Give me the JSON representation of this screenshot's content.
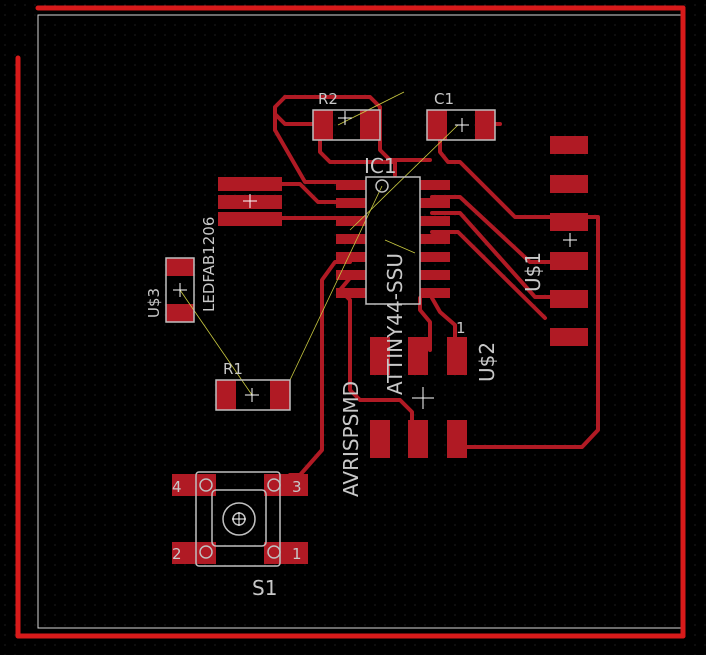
{
  "editor": "PCB board layout",
  "colors": {
    "background": "#000000",
    "grid_dot": "#3a3a3a",
    "copper": "#b01a24",
    "outline": "#d81a1a",
    "silkscreen": "#c0c0c0",
    "airwire": "#c9c940"
  },
  "components": {
    "r2": {
      "name": "R2"
    },
    "c1": {
      "name": "C1"
    },
    "ic1": {
      "name": "IC1",
      "value": "ATTINY44-SSU"
    },
    "led": {
      "name": "LEDFAB1206"
    },
    "u3": {
      "name": "U$3"
    },
    "u1": {
      "name": "U$1"
    },
    "u2": {
      "name": "U$2",
      "pin1": "1"
    },
    "avr": {
      "name": "AVRISPSMD"
    },
    "r1": {
      "name": "R1"
    },
    "s1": {
      "name": "S1",
      "pins": [
        "1",
        "2",
        "3",
        "4"
      ]
    }
  }
}
